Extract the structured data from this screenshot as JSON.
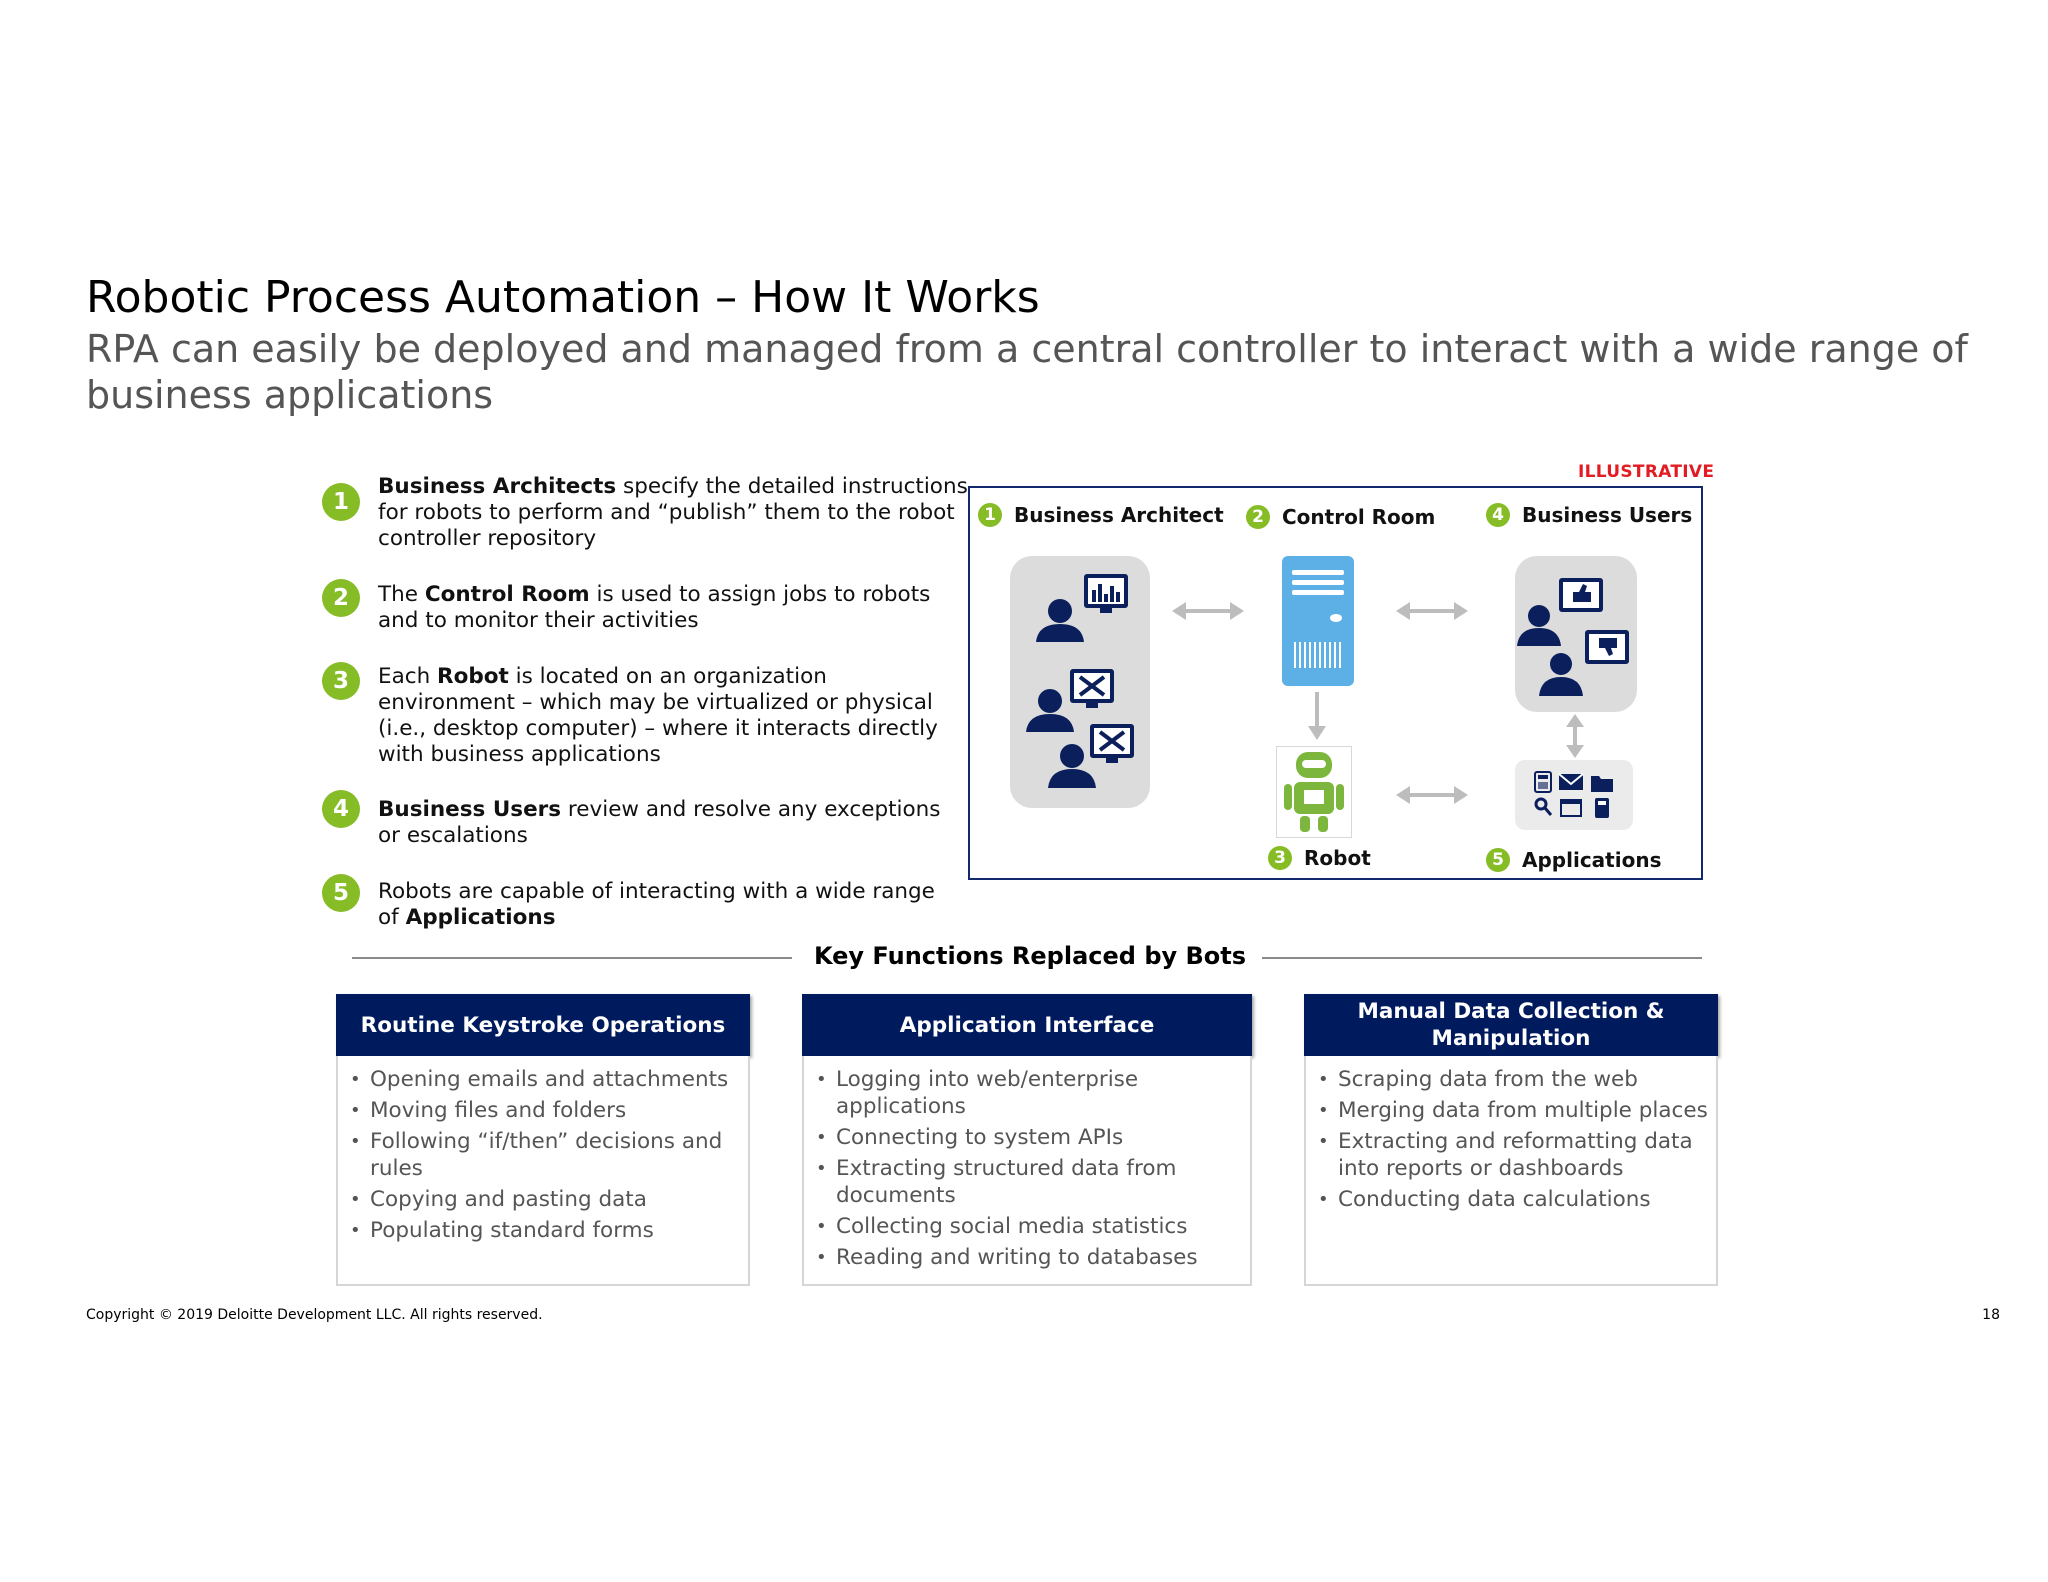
{
  "title": "Robotic Process Automation – How It Works",
  "subtitle": "RPA can easily be deployed and managed from a central controller to interact with a wide range of business applications",
  "steps": [
    {
      "num": "1",
      "pre": "",
      "bold": "Business Architects",
      "post": " specify the detailed instructions for robots to perform and “publish” them to the robot controller repository"
    },
    {
      "num": "2",
      "pre": "The ",
      "bold": "Control Room",
      "post": " is used to assign jobs to robots and to monitor their activities"
    },
    {
      "num": "3",
      "pre": "Each ",
      "bold": "Robot",
      "post": " is located on an organization environment – which may be virtualized or physical (i.e., desktop computer) – where it interacts directly with business applications"
    },
    {
      "num": "4",
      "pre": "",
      "bold": "Business Users",
      "post": " review and resolve any exceptions or escalations"
    },
    {
      "num": "5",
      "pre": "Robots are capable of interacting with a wide range of ",
      "bold": "Applications",
      "post": ""
    }
  ],
  "diagram": {
    "tag": "ILLUSTRATIVE",
    "labels": [
      {
        "num": "1",
        "text": "Business Architect"
      },
      {
        "num": "2",
        "text": "Control Room"
      },
      {
        "num": "4",
        "text": "Business Users"
      },
      {
        "num": "3",
        "text": "Robot"
      },
      {
        "num": "5",
        "text": "Applications"
      }
    ]
  },
  "key_functions": {
    "title": "Key Functions Replaced by Bots",
    "columns": [
      {
        "header": "Routine Keystroke Operations",
        "items": [
          "Opening emails and attachments",
          "Moving files and folders",
          "Following “if/then” decisions and rules",
          "Copying and pasting data",
          "Populating standard forms"
        ]
      },
      {
        "header": "Application Interface",
        "items": [
          "Logging into web/enterprise applications",
          "Connecting to system APIs",
          "Extracting structured data from documents",
          "Collecting social media statistics",
          "Reading and writing to databases"
        ]
      },
      {
        "header": "Manual Data Collection & Manipulation",
        "items": [
          "Scraping data from the web",
          "Merging data from multiple places",
          "Extracting and reformatting data into reports or dashboards",
          "Conducting data calculations"
        ]
      }
    ]
  },
  "footer": {
    "copyright": "Copyright © 2019 Deloitte Development LLC. All rights reserved.",
    "page": "18"
  },
  "colors": {
    "accent_green": "#86bc25",
    "navy": "#001a5e",
    "red": "#e31b23",
    "light_blue": "#5db0e6"
  }
}
